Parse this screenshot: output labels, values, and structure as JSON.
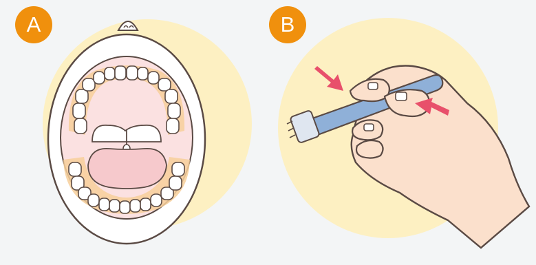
{
  "panels": [
    {
      "label": "A",
      "badge_color": "#f0900d",
      "circle_color": "#fdf0c2",
      "subject": "open-mouth-teeth-highlighted"
    },
    {
      "label": "B",
      "badge_color": "#f0900d",
      "circle_color": "#fdf0c2",
      "subject": "hand-holding-toothbrush"
    }
  ],
  "colors": {
    "outline": "#5a4a44",
    "teeth_highlight": "#f7cf9a",
    "mouth_inner": "#fbe1e1",
    "tongue": "#f6c9cc",
    "skin": "#fbe0cc",
    "brush_handle": "#8fb0d8",
    "arrow": "#e8506b"
  }
}
